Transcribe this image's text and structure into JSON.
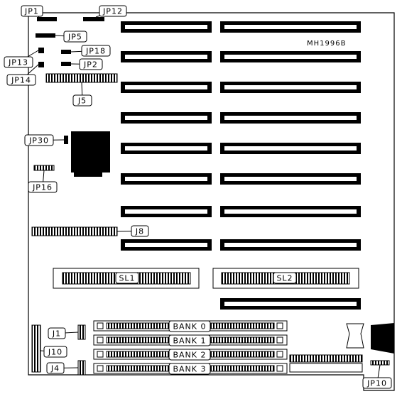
{
  "diagram": {
    "model_mark": "MH1996B",
    "colors": {
      "ink": "#000000",
      "paper": "#ffffff"
    },
    "jumpers": {
      "jp1": "JP1",
      "jp12": "JP12",
      "jp5": "JP5",
      "jp13": "JP13",
      "jp18": "JP18",
      "jp2": "JP2",
      "jp14": "JP14",
      "jp30": "JP30",
      "jp16": "JP16",
      "jp10": "JP10"
    },
    "connectors": {
      "j5": "J5",
      "j8": "J8",
      "j1": "J1",
      "j10": "J10",
      "j4": "J4"
    },
    "slots": {
      "sl1": "SL1",
      "sl2": "SL2"
    },
    "banks": {
      "bank0": "BANK 0",
      "bank1": "BANK 1",
      "bank2": "BANK 2",
      "bank3": "BANK 3"
    }
  }
}
